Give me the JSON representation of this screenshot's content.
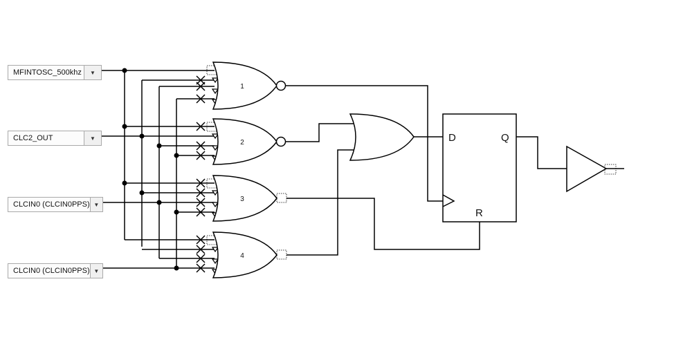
{
  "inputs": [
    {
      "value": "MFINTOSC_500khz",
      "arrow": "▼"
    },
    {
      "value": "CLC2_OUT",
      "arrow": "▼"
    },
    {
      "value": "CLCIN0 (CLCIN0PPS)",
      "arrow": "▼"
    },
    {
      "value": "CLCIN0 (CLCIN0PPS)",
      "arrow": "▼"
    }
  ],
  "gates": {
    "g1": "1",
    "g2": "2",
    "g3": "3",
    "g4": "4"
  },
  "flipflop": {
    "d": "D",
    "q": "Q",
    "r": "R"
  }
}
